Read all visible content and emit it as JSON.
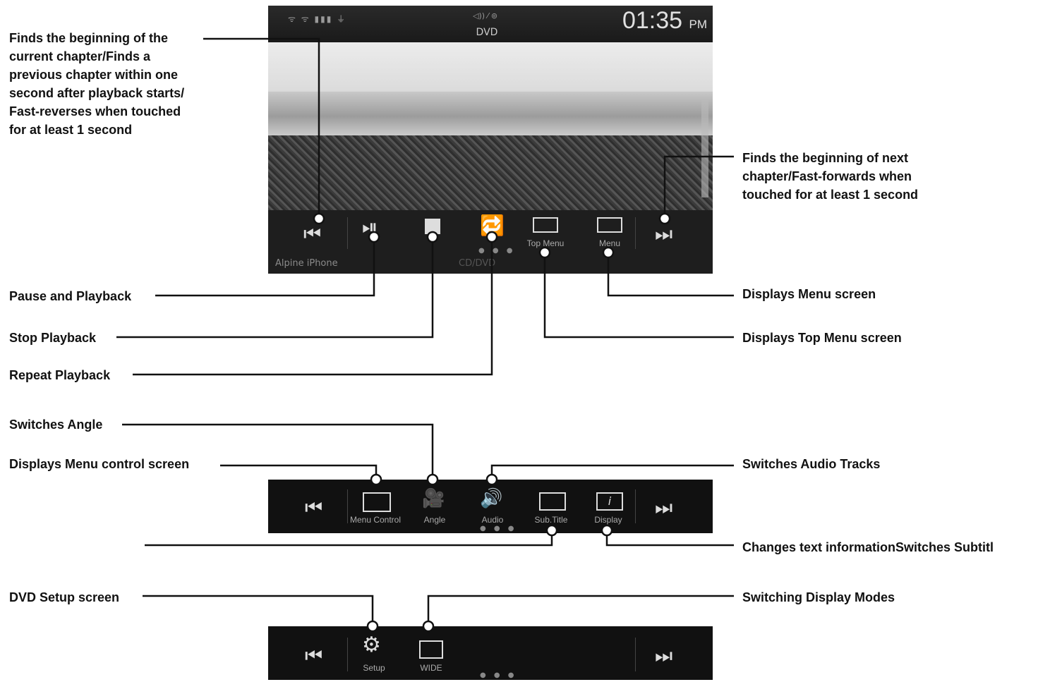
{
  "screen": {
    "status_icons": "ᯤ ᯤ ▮▮▮ ⏚",
    "source_icons": "◁)) ⁄ ⊚",
    "source": "DVD",
    "clock": "01:35",
    "ampm": "PM",
    "device": "Alpine iPhone",
    "info_bar": "CD/DVD"
  },
  "strip1": {
    "top_menu": "Top Menu",
    "menu": "Menu"
  },
  "strip2": {
    "menu_control": "Menu Control",
    "angle": "Angle",
    "audio": "Audio",
    "subtitle": "Sub.Title",
    "display": "Display"
  },
  "strip3": {
    "setup": "Setup",
    "wide": "WIDE"
  },
  "annotations": {
    "prev": [
      "Finds the beginning of the",
      "current chapter/Finds a",
      "previous chapter within one",
      "second after playback starts/",
      "Fast-reverses when touched",
      "for at least 1 second"
    ],
    "next": [
      "Finds the beginning of next",
      "chapter/Fast-forwards when",
      "touched for at least 1 second"
    ],
    "pause": "Pause and Playback",
    "stop": "Stop Playback",
    "repeat": "Repeat Playback",
    "menu": "Displays Menu screen",
    "top_menu": "Displays Top Menu screen",
    "angle": "Switches Angle",
    "menu_control": "Displays Menu control screen",
    "audio": "Switches Audio Tracks",
    "display_subtitle": "Changes text informationSwitches Subtitl",
    "setup": "DVD Setup screen",
    "display_mode": "Switching Display Modes"
  },
  "colors": {
    "screen_bg": "#1c1c1c",
    "strip_bg": "#111111",
    "annotation_text": "#111111"
  }
}
